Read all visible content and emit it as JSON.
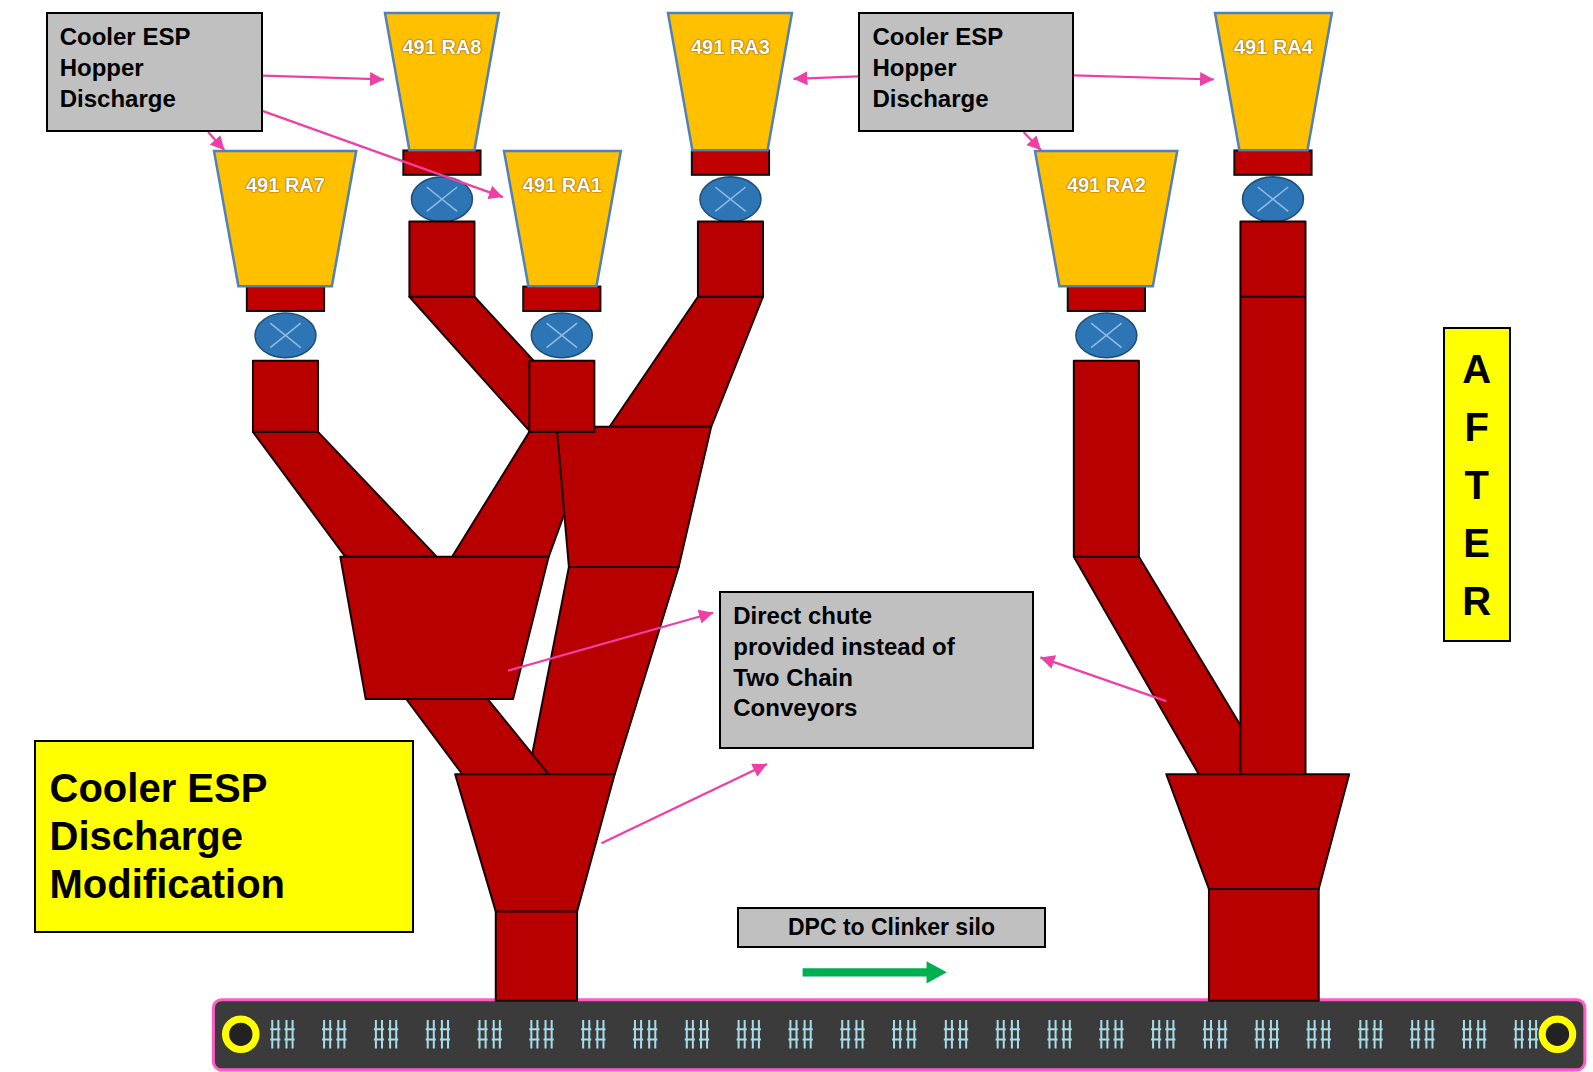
{
  "diagram": {
    "nodes": [
      {
        "text": [
          "Cooler ESP Hopper Discharge"
        ]
      },
      {
        "text": [
          "491 RA8"
        ]
      },
      {
        "text": [
          "491 RA3"
        ]
      },
      {
        "text": [
          "Cooler ESP Hopper Discharge"
        ]
      },
      {
        "text": [
          "491 RA4"
        ]
      },
      {
        "text": [
          "491 RA7"
        ]
      },
      {
        "text": [
          "491 RA1"
        ]
      },
      {
        "text": [
          "491 RA2"
        ]
      },
      {
        "text": [
          "AFTER"
        ]
      },
      {
        "text": [
          "Direct chute provided instead of Two Chain Conveyors"
        ]
      },
      {
        "text": [
          "Cooler ESP Discharge Modification"
        ]
      },
      {
        "text": [
          "DPC to Clinker silo"
        ]
      }
    ],
    "edges": [
      {
        "from": 0,
        "to": 1,
        "arrow": "to"
      },
      {
        "from": 0,
        "to": 5,
        "arrow": "to"
      },
      {
        "from": 0,
        "to": 6,
        "arrow": "to"
      },
      {
        "from": 3,
        "to": 2,
        "arrow": "to"
      },
      {
        "from": 3,
        "to": 4,
        "arrow": "to"
      },
      {
        "from": 3,
        "to": 7,
        "arrow": "to"
      }
    ]
  }
}
